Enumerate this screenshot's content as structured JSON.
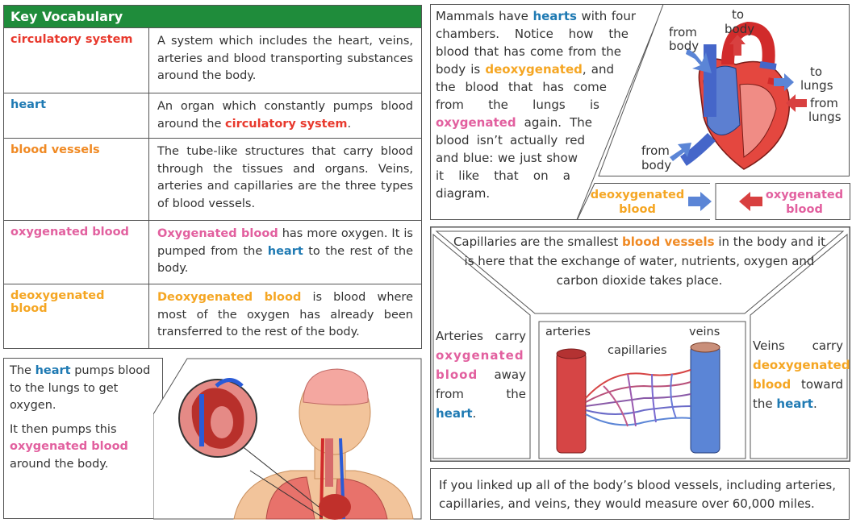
{
  "vocab": {
    "header": "Key Vocabulary",
    "rows": [
      {
        "term": "circulatory system",
        "definition": "A system which includes the heart, veins, arteries and blood transporting substances around the body."
      },
      {
        "term": "heart",
        "definition_before": "An organ which constantly pumps blood around the ",
        "definition_highlight": "circulatory system",
        "definition_after": "."
      },
      {
        "term": "blood vessels",
        "definition": "The tube-like structures that carry blood through the tissues and organs. Veins, arteries and capillaries are the three types of blood vessels."
      },
      {
        "term": "oxygenated blood",
        "def_h1": "Oxygenated blood",
        "def_t1": " has more oxygen. It is pumped from the ",
        "def_h2": "heart",
        "def_t2": " to the rest of the body."
      },
      {
        "term": "deoxygenated blood",
        "def_h1": "Deoxygenated blood",
        "def_t1": " is blood where most of the oxygen has already been transferred to the rest of the body."
      }
    ]
  },
  "pump_box": {
    "t1": "The ",
    "h1": "heart",
    "t2": " pumps blood to the lungs to get oxygen.",
    "t3": "It then pumps this ",
    "h2": "oxygenated blood",
    "t4": " around the body."
  },
  "mammals": {
    "t1": "Mammals have ",
    "h1": "hearts",
    "t2": " with four chambers. Notice how the blood that has come from the body is ",
    "h2": "deoxygenated",
    "t3": ", and the blood that has come from the lungs is ",
    "h3": "oxygenated",
    "t4": " again. The blood isn’t actually red and blue: we just show it like that on a diagram."
  },
  "heart_diagram": {
    "to_body": "to\nbody",
    "from_body_top": "from\nbody",
    "to_lungs": "to\nlungs",
    "from_lungs": "from\nlungs",
    "from_body_bottom": "from\nbody"
  },
  "key": {
    "deoxygenated": "deoxygenated blood",
    "oxygenated": "oxygenated blood"
  },
  "capillaries_text": {
    "t1": "Capillaries are the smallest ",
    "h1": "blood vessels",
    "t2": " in the body and it is here that the exchange of water, nutrients, oxygen and carbon dioxide takes place."
  },
  "arteries_box": {
    "t1": "Arteries carry ",
    "h1": "oxygenated blood",
    "t2": " away from the ",
    "h2": "heart",
    "t3": "."
  },
  "vessels_diagram": {
    "arteries": "arteries",
    "capillaries": "capillaries",
    "veins": "veins"
  },
  "veins_box": {
    "t1": "Veins carry ",
    "h1": "deoxygenated blood",
    "t2": " toward the ",
    "h2": "heart",
    "t3": "."
  },
  "fact": "If you linked up all of the body’s blood vessels, including arteries, capillaries, and veins, they would measure over 60,000 miles.",
  "colors": {
    "red": "#e8392d",
    "blue": "#1f7ab3",
    "orange": "#f08a24",
    "pink": "#e2609f",
    "yellow": "#f5a623",
    "green": "#1f8c3b"
  }
}
